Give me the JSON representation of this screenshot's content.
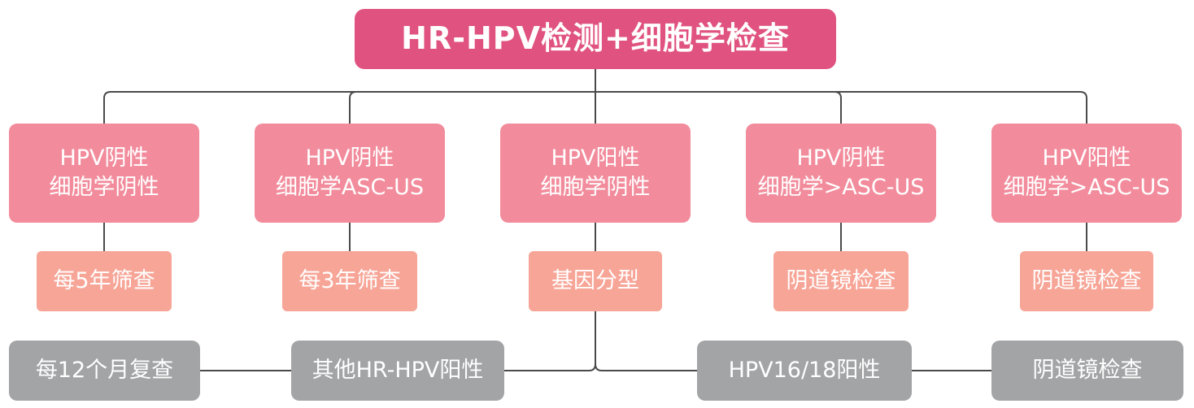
{
  "root": {
    "label": "HR-HPV检测+细胞学检查"
  },
  "categories": [
    {
      "line1": "HPV阴性",
      "line2": "细胞学阴性"
    },
    {
      "line1": "HPV阴性",
      "line2": "细胞学ASC-US"
    },
    {
      "line1": "HPV阳性",
      "line2": "细胞学阴性"
    },
    {
      "line1": "HPV阴性",
      "line2": "细胞学>ASC-US"
    },
    {
      "line1": "HPV阳性",
      "line2": "细胞学>ASC-US"
    }
  ],
  "actions": [
    {
      "label": "每5年筛查"
    },
    {
      "label": "每3年筛查"
    },
    {
      "label": "基因分型"
    },
    {
      "label": "阴道镜检查"
    },
    {
      "label": "阴道镜检查"
    }
  ],
  "outcomes": [
    {
      "label": "每12个月复查"
    },
    {
      "label": "其他HR-HPV阳性"
    },
    {
      "label": "HPV16/18阳性"
    },
    {
      "label": "阴道镜检查"
    }
  ],
  "colors": {
    "root": "#e0527f",
    "category": "#f28c9c",
    "action": "#f7a597",
    "outcome": "#a2a4a6",
    "connector": "#4a4a4a"
  }
}
